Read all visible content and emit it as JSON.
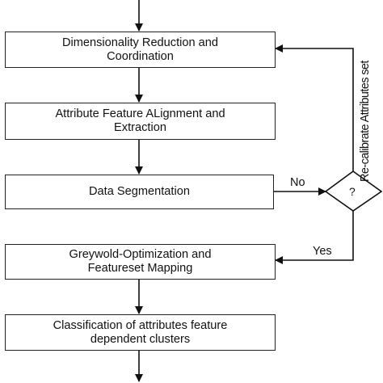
{
  "steps": [
    {
      "text": "Dimensionality Reduction and\nCoordination"
    },
    {
      "text": "Attribute Feature ALignment and\nExtraction"
    },
    {
      "text": "Data Segmentation"
    },
    {
      "text": "Greywold-Optimization and\nFeatureset Mapping"
    },
    {
      "text": "Classification of attributes feature\ndependent clusters"
    }
  ],
  "decision": {
    "text": "?"
  },
  "edge_labels": {
    "no": "No",
    "yes": "Yes"
  },
  "feedback_label": "Re-calibrate Attributes set"
}
